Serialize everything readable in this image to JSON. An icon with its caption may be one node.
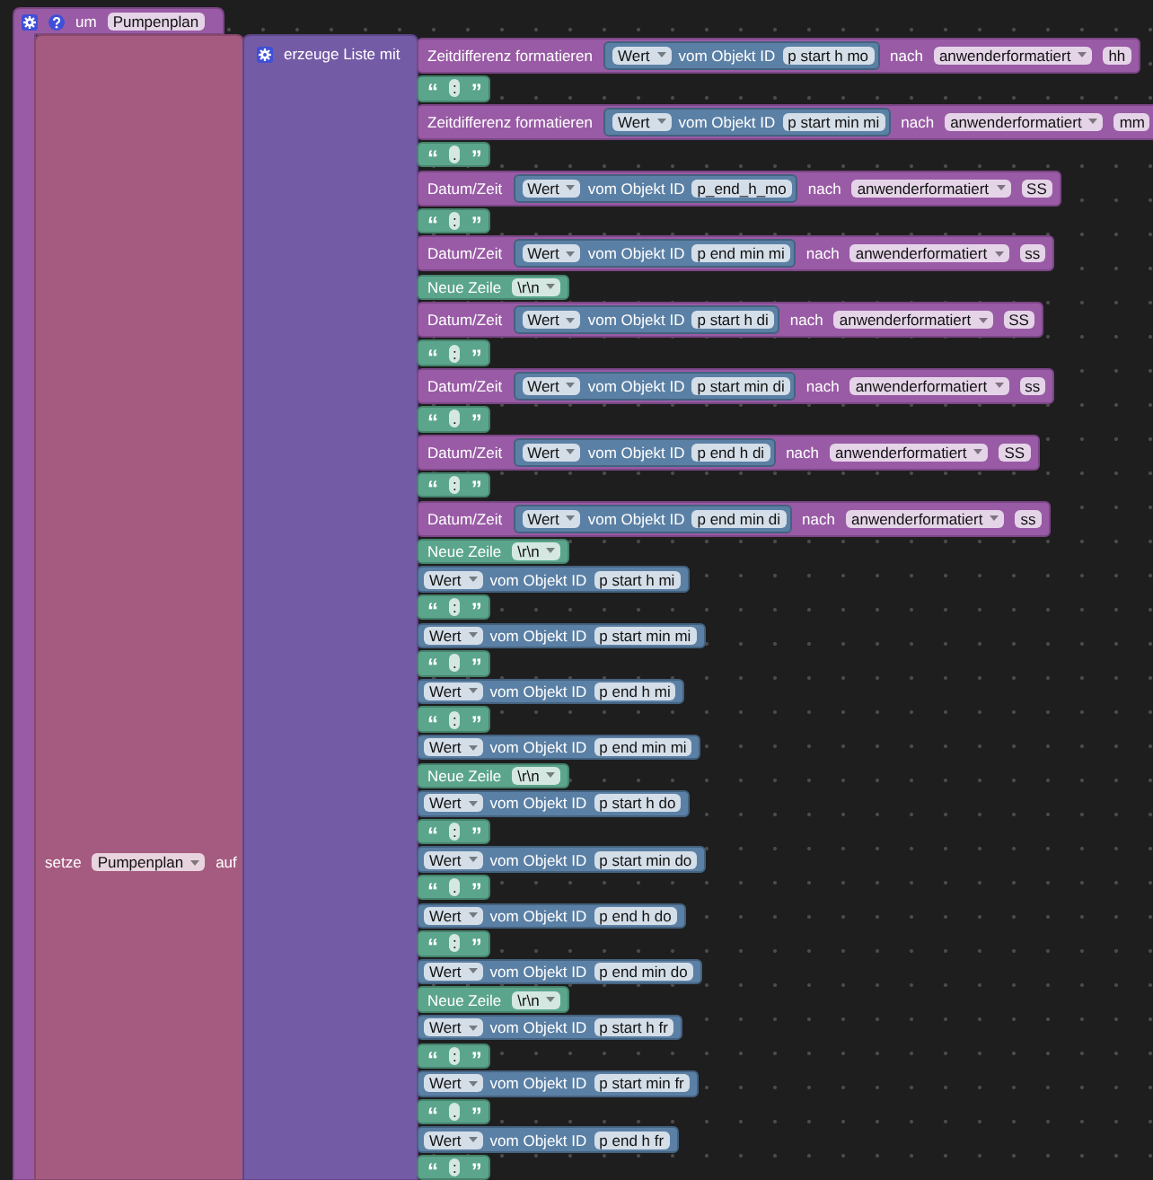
{
  "diagram": {
    "nodes": [
      {
        "text": [
          "um",
          "Pumpenplan"
        ]
      },
      {
        "text": [
          "setze",
          "Pumpenplan",
          "auf"
        ],
        "in": 0
      },
      {
        "text": [
          "erzeuge Liste mit"
        ]
      },
      {
        "text": [
          "Zeitdifferenz formatieren",
          "nach",
          "anwenderformatiert",
          "hh"
        ]
      },
      {
        "text": [
          "Wert",
          "vom Objekt ID",
          "p start h mo"
        ],
        "in": 3
      },
      {
        "text": [
          "“",
          ":",
          "”"
        ]
      },
      {
        "text": [
          "Zeitdifferenz formatieren",
          "nach",
          "anwenderformatiert",
          "mm"
        ]
      },
      {
        "text": [
          "Wert",
          "vom Objekt ID",
          "p start min mi"
        ],
        "in": 6
      },
      {
        "text": [
          "“",
          ".",
          "”"
        ]
      },
      {
        "text": [
          "Datum/Zeit",
          "nach",
          "anwenderformatiert",
          "SS"
        ]
      },
      {
        "text": [
          "Wert",
          "vom Objekt ID",
          "p_end_h_mo"
        ],
        "in": 9
      },
      {
        "text": [
          "“",
          ":",
          "”"
        ]
      },
      {
        "text": [
          "Datum/Zeit",
          "nach",
          "anwenderformatiert",
          "ss"
        ]
      },
      {
        "text": [
          "Wert",
          "vom Objekt ID",
          "p end min mi"
        ],
        "in": 12
      },
      {
        "text": [
          "Neue Zeile",
          "\\r\\n"
        ]
      },
      {
        "text": [
          "Datum/Zeit",
          "nach",
          "anwenderformatiert",
          "SS"
        ]
      },
      {
        "text": [
          "Wert",
          "vom Objekt ID",
          "p start h di"
        ],
        "in": 15
      },
      {
        "text": [
          "“",
          ":",
          "”"
        ]
      },
      {
        "text": [
          "Datum/Zeit",
          "nach",
          "anwenderformatiert",
          "ss"
        ]
      },
      {
        "text": [
          "Wert",
          "vom Objekt ID",
          "p start min di"
        ],
        "in": 18
      },
      {
        "text": [
          "“",
          ".",
          "”"
        ]
      },
      {
        "text": [
          "Datum/Zeit",
          "nach",
          "anwenderformatiert",
          "SS"
        ]
      },
      {
        "text": [
          "Wert",
          "vom Objekt ID",
          "p end h di"
        ],
        "in": 21
      },
      {
        "text": [
          "“",
          ":",
          "”"
        ]
      },
      {
        "text": [
          "Datum/Zeit",
          "nach",
          "anwenderformatiert",
          "ss"
        ]
      },
      {
        "text": [
          "Wert",
          "vom Objekt ID",
          "p end min di"
        ],
        "in": 24
      },
      {
        "text": [
          "Neue Zeile",
          "\\r\\n"
        ]
      },
      {
        "text": [
          "Wert",
          "vom Objekt ID",
          "p start h mi"
        ]
      },
      {
        "text": [
          "“",
          ":",
          "”"
        ]
      },
      {
        "text": [
          "Wert",
          "vom Objekt ID",
          "p start min mi"
        ]
      },
      {
        "text": [
          "“",
          ".",
          "”"
        ]
      },
      {
        "text": [
          "Wert",
          "vom Objekt ID",
          "p end h mi"
        ]
      },
      {
        "text": [
          "“",
          ":",
          "”"
        ]
      },
      {
        "text": [
          "Wert",
          "vom Objekt ID",
          "p end min mi"
        ]
      },
      {
        "text": [
          "Neue Zeile",
          "\\r\\n"
        ]
      },
      {
        "text": [
          "Wert",
          "vom Objekt ID",
          "p start h do"
        ]
      },
      {
        "text": [
          "“",
          ":",
          "”"
        ]
      },
      {
        "text": [
          "Wert",
          "vom Objekt ID",
          "p start min do"
        ]
      },
      {
        "text": [
          "“",
          ".",
          "”"
        ]
      },
      {
        "text": [
          "Wert",
          "vom Objekt ID",
          "p end h do"
        ]
      },
      {
        "text": [
          "“",
          ":",
          "”"
        ]
      },
      {
        "text": [
          "Wert",
          "vom Objekt ID",
          "p end min do"
        ]
      },
      {
        "text": [
          "Neue Zeile",
          "\\r\\n"
        ]
      },
      {
        "text": [
          "Wert",
          "vom Objekt ID",
          "p start h fr"
        ]
      },
      {
        "text": [
          "“",
          ":",
          "”"
        ]
      },
      {
        "text": [
          "Wert",
          "vom Objekt ID",
          "p start min fr"
        ]
      },
      {
        "text": [
          "“",
          ".",
          "”"
        ]
      },
      {
        "text": [
          "Wert",
          "vom Objekt ID",
          "p end h fr"
        ]
      },
      {
        "text": [
          "“",
          ":",
          "”"
        ]
      }
    ]
  }
}
